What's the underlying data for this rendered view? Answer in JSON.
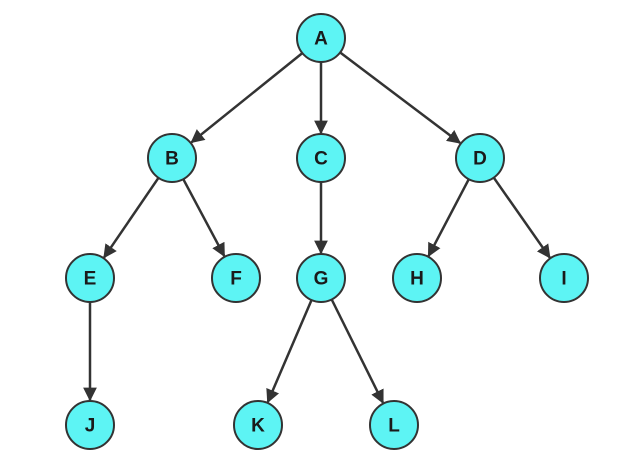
{
  "diagram": {
    "type": "tree",
    "nodes": [
      {
        "id": "A",
        "label": "A",
        "color": "#7ff0f6"
      },
      {
        "id": "B",
        "label": "B",
        "color": "#5df4f4"
      },
      {
        "id": "C",
        "label": "C",
        "color": "#5df4f4"
      },
      {
        "id": "D",
        "label": "D",
        "color": "#5df4f4"
      },
      {
        "id": "E",
        "label": "E",
        "color": "#5df4f4"
      },
      {
        "id": "F",
        "label": "F",
        "color": "#5df4f4"
      },
      {
        "id": "G",
        "label": "G",
        "color": "#5df4f4"
      },
      {
        "id": "H",
        "label": "H",
        "color": "#5df4f4"
      },
      {
        "id": "I",
        "label": "I",
        "color": "#5df4f4"
      },
      {
        "id": "J",
        "label": "J",
        "color": "#5df4f4"
      },
      {
        "id": "K",
        "label": "K",
        "color": "#5df4f4"
      },
      {
        "id": "L",
        "label": "L",
        "color": "#5df4f4"
      }
    ],
    "edges": [
      {
        "from": "A",
        "to": "B"
      },
      {
        "from": "A",
        "to": "C"
      },
      {
        "from": "A",
        "to": "D"
      },
      {
        "from": "B",
        "to": "E"
      },
      {
        "from": "B",
        "to": "F"
      },
      {
        "from": "C",
        "to": "G"
      },
      {
        "from": "D",
        "to": "H"
      },
      {
        "from": "D",
        "to": "I"
      },
      {
        "from": "E",
        "to": "J"
      },
      {
        "from": "G",
        "to": "K"
      },
      {
        "from": "G",
        "to": "L"
      }
    ],
    "edge_color": "#333333",
    "node_border_color": "#333333"
  }
}
